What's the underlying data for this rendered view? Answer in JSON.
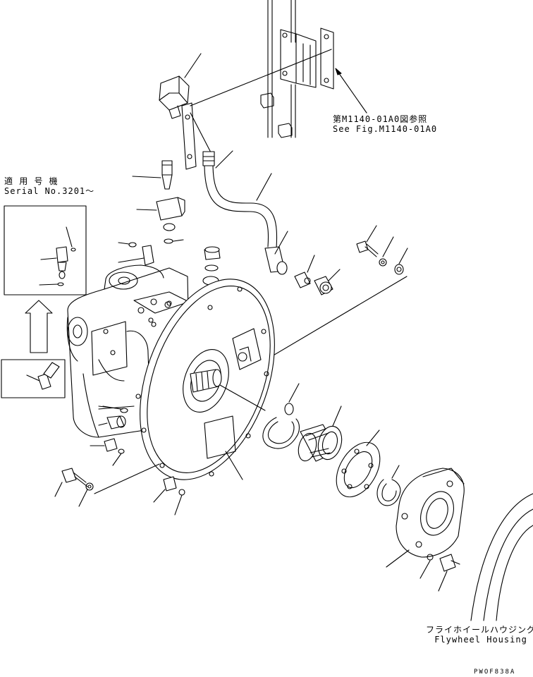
{
  "labels": {
    "reference_jp": "第M1140-01A0図参照",
    "reference_en": "See Fig.M1140-01A0",
    "serial_jp": "適 用 号 機",
    "serial_en": "Serial No.3201～",
    "flywheel_jp": "フライホイールハウジング",
    "flywheel_en": "Flywheel Housing",
    "drawing_code": "PWOF838A"
  }
}
